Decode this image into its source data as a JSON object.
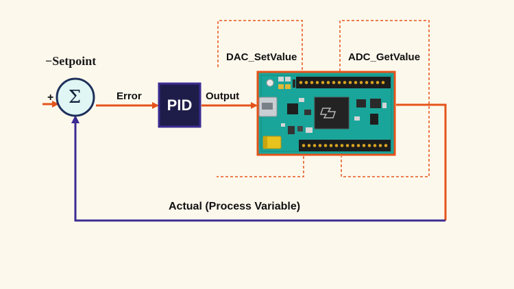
{
  "labels": {
    "setpoint": "−Setpoint",
    "plus": "+",
    "sigma": "Σ",
    "error": "Error",
    "pid": "PID",
    "output": "Output",
    "dac": "DAC_SetValue",
    "adc": "ADC_GetValue",
    "actual": "Actual (Process Variable)"
  },
  "colors": {
    "background": "#fdf8ec",
    "forward_path": "#e5531a",
    "feedback_path": "#3b2c92",
    "summing_fill": "#dff6f4",
    "summing_border": "#1e2f5a",
    "pid_fill": "#1e1d4a",
    "board_green": "#1aa59a",
    "board_border": "#e5531a",
    "dashed_lines": "#e5531a"
  },
  "icons": {
    "board": "microcontroller-board-icon"
  }
}
